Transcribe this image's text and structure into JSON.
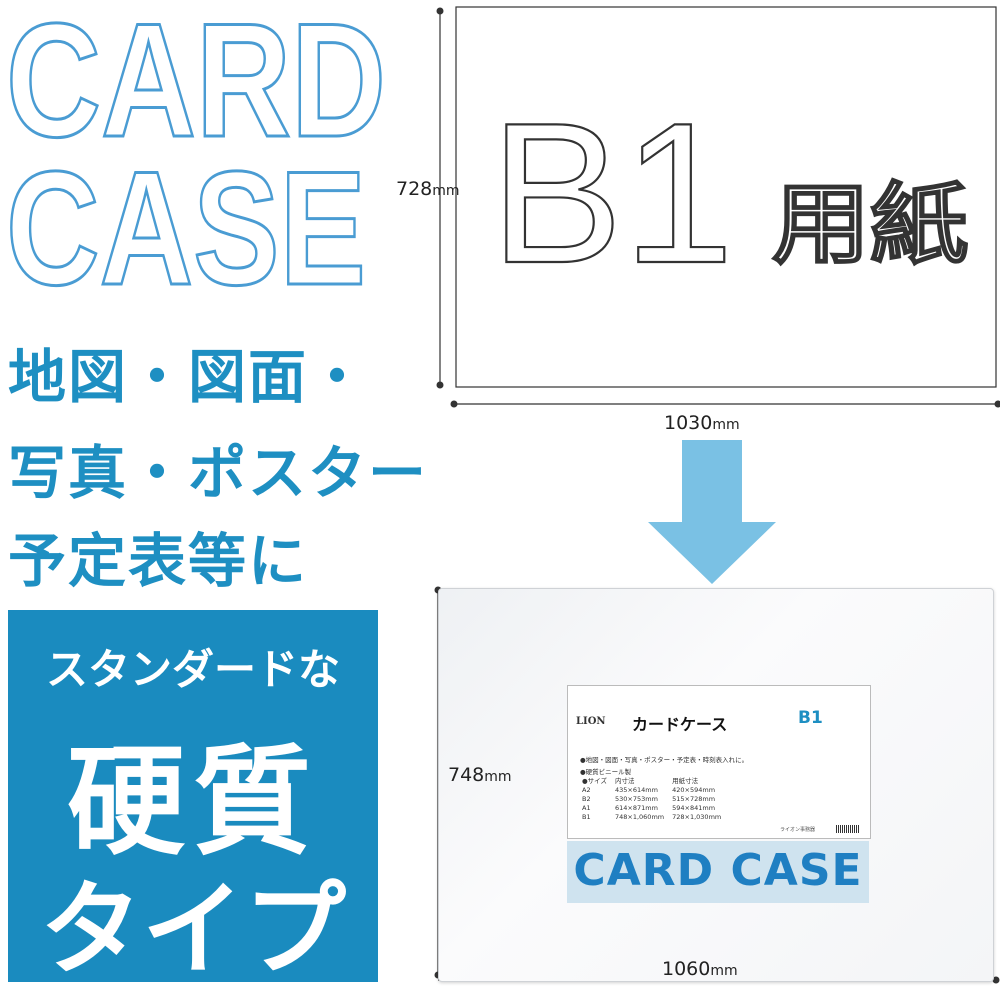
{
  "headline": {
    "line1": "CARD",
    "line2": "CASE",
    "color": "#4a9cd3"
  },
  "uses": {
    "line1": "地図・図面・",
    "line2": "写真・ポスター",
    "line3": "予定表等に",
    "color": "#1e8fc2"
  },
  "feature_block": {
    "line1": "スタンダードな",
    "line2": "硬質",
    "line3": "タイプ",
    "background": "#1a8bbf"
  },
  "paper_diagram": {
    "size_label": "B1",
    "paper_label": "用紙",
    "height_value": "728",
    "width_value": "1030",
    "unit": "mm"
  },
  "arrow": {
    "color": "#7ac1e4",
    "direction": "down"
  },
  "case_diagram": {
    "height_value": "748",
    "width_value": "1060",
    "unit": "mm"
  },
  "product_label": {
    "brand": "LION",
    "title": "カードケース",
    "size_badge": "B1",
    "description": "●地図・図面・写真・ポスター・予定表・時刻表入れに。",
    "material": "●硬質ビニール製",
    "table_header": [
      "●サイズ",
      "内寸法",
      "用紙寸法"
    ],
    "rows": [
      [
        "A2",
        "435×614mm",
        "420×594mm"
      ],
      [
        "B2",
        "530×753mm",
        "515×728mm"
      ],
      [
        "A1",
        "614×871mm",
        "594×841mm"
      ],
      [
        "B1",
        "748×1,060mm",
        "728×1,030mm"
      ]
    ],
    "maker": "ライオン事務器",
    "band_text": "CARD CASE",
    "band_color": "#1f7fc2"
  }
}
